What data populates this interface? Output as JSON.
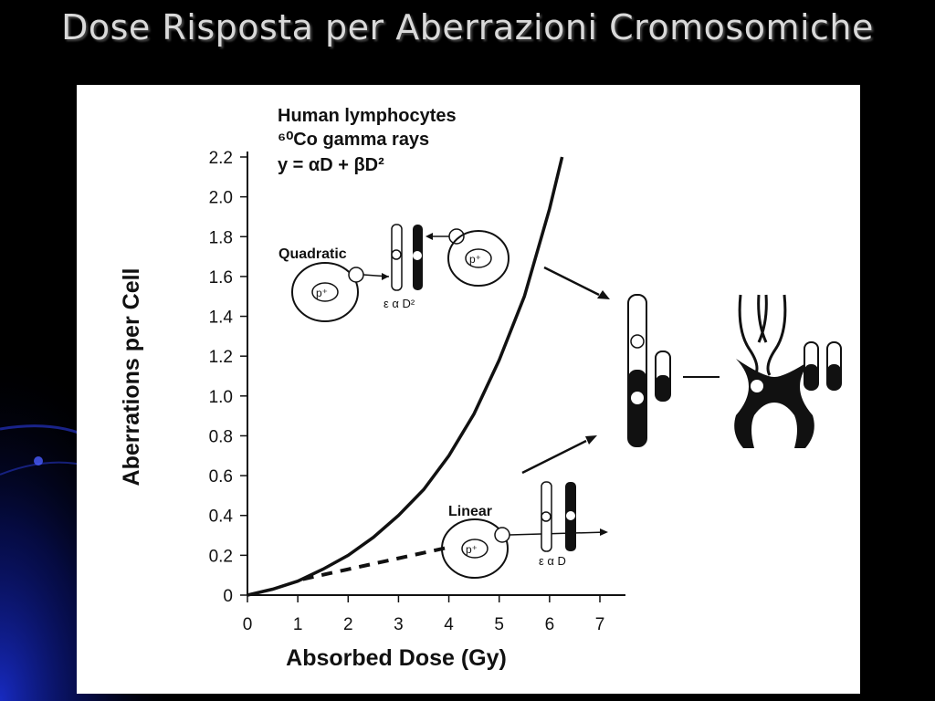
{
  "slide": {
    "title": "Dose Risposta per Aberrazioni Cromosomiche",
    "colors": {
      "background": "#000000",
      "accent": "#1a2fd6",
      "title": "#d9d9d9",
      "panel": "#ffffff"
    }
  },
  "chart_data": {
    "type": "line",
    "title_lines": [
      "Human lymphocytes",
      "⁶⁰Co gamma rays",
      "y = αD + βD²"
    ],
    "xlabel": "Absorbed Dose (Gy)",
    "ylabel": "Aberrations per Cell",
    "xlim": [
      0,
      7
    ],
    "ylim": [
      0,
      2.2
    ],
    "xticks": [
      "0",
      "1",
      "2",
      "3",
      "4",
      "5",
      "6",
      "7"
    ],
    "yticks": [
      "0",
      "0.2",
      "0.4",
      "0.6",
      "0.8",
      "1.0",
      "1.2",
      "1.4",
      "1.6",
      "1.8",
      "2.0",
      "2.2"
    ],
    "grid": false,
    "series": [
      {
        "style": "solid",
        "x": [
          0,
          0.5,
          1,
          1.5,
          2,
          2.5,
          3,
          3.5,
          4,
          4.5,
          5,
          5.5,
          6,
          6.25
        ],
        "y": [
          0,
          0.03,
          0.07,
          0.13,
          0.2,
          0.29,
          0.4,
          0.53,
          0.7,
          0.91,
          1.18,
          1.5,
          1.94,
          2.2
        ]
      },
      {
        "style": "dashed",
        "x": [
          1.1,
          4.0
        ],
        "y": [
          0.08,
          0.24
        ]
      }
    ],
    "annotations": {
      "quadratic_label": "Quadratic",
      "quadratic_formula": "ε α D²",
      "linear_label": "Linear",
      "linear_formula": "ε α D",
      "particle": "p⁺"
    }
  }
}
